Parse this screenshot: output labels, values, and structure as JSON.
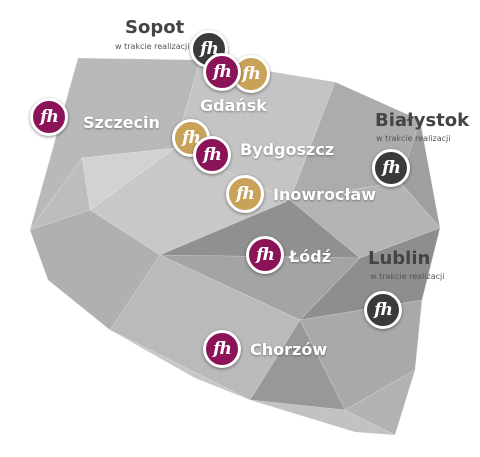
{
  "map": {
    "pin_glyph": "fh",
    "pin_colors": {
      "purple": "#8b1458",
      "gold": "#c9a25a",
      "dark": "#3a3a3a"
    },
    "status_label": "w trakcie realizacji",
    "cities": [
      {
        "key": "sopot",
        "name": "Sopot",
        "status": "w trakcie realizacji",
        "pins": [
          "dark"
        ]
      },
      {
        "key": "gdansk",
        "name": "Gdańsk",
        "pins": [
          "purple",
          "gold"
        ]
      },
      {
        "key": "szczecin",
        "name": "Szczecin",
        "pins": [
          "purple"
        ]
      },
      {
        "key": "bydgoszcz",
        "name": "Bydgoszcz",
        "pins": [
          "gold",
          "purple"
        ]
      },
      {
        "key": "bialystok",
        "name": "Białystok",
        "status": "w trakcie realizacji",
        "pins": [
          "dark"
        ]
      },
      {
        "key": "inowroclaw",
        "name": "Inowrocław",
        "pins": [
          "gold"
        ]
      },
      {
        "key": "lodz",
        "name": "Łódź",
        "pins": [
          "purple"
        ]
      },
      {
        "key": "lublin",
        "name": "Lublin",
        "status": "w trakcie realizacji",
        "pins": [
          "dark"
        ]
      },
      {
        "key": "chorzow",
        "name": "Chorzów",
        "pins": [
          "purple"
        ]
      }
    ]
  }
}
